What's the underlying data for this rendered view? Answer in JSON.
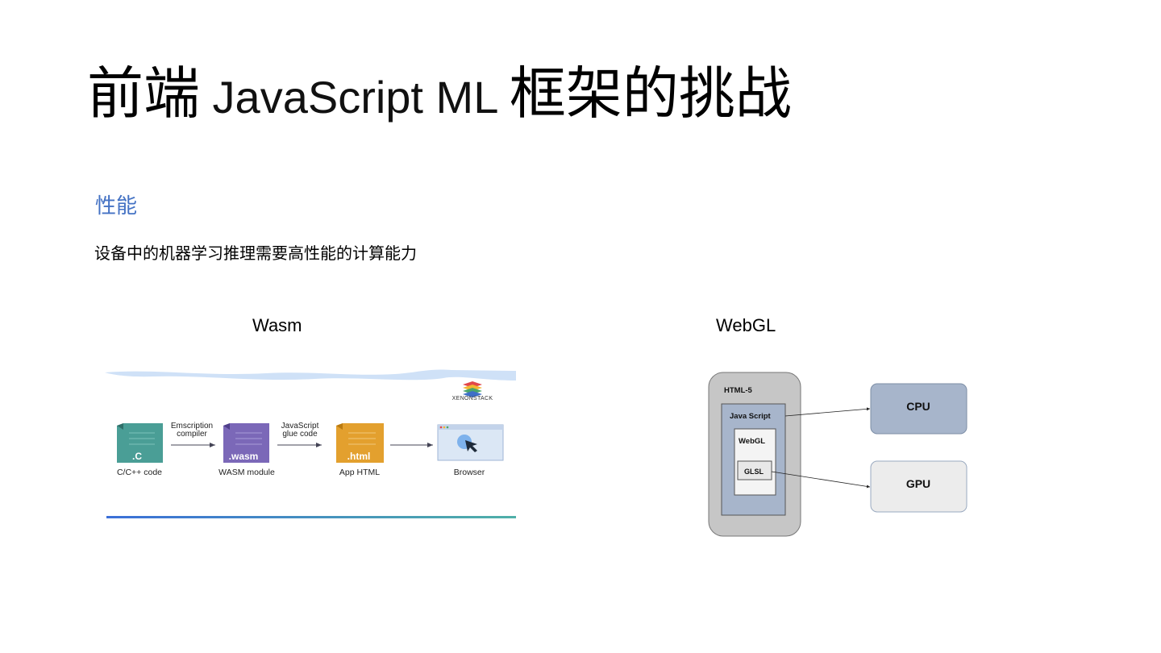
{
  "title": {
    "prefix": "前端",
    "middle": " JavaScript ML ",
    "suffix": "框架的挑战"
  },
  "section": {
    "heading": "性能",
    "body": "设备中的机器学习推理需要高性能的计算能力"
  },
  "captions": {
    "wasm": "Wasm",
    "webgl": "WebGL"
  },
  "wasm_diagram": {
    "brand": "XENONSTACK",
    "steps": [
      {
        "file_tag": ".C",
        "label": "C/C++ code",
        "color": "#4a9e96"
      },
      {
        "file_tag": ".wasm",
        "label": "WASM module",
        "color": "#7b68b8"
      },
      {
        "file_tag": ".html",
        "label": "App HTML",
        "color": "#e3a02e"
      },
      {
        "file_tag": "",
        "label": "Browser",
        "color": "#a9c4e6"
      }
    ],
    "arrows": [
      {
        "line1": "Emscription",
        "line2": "compiler"
      },
      {
        "line1": "JavaScript",
        "line2": "glue code"
      },
      {
        "line1": "",
        "line2": ""
      }
    ]
  },
  "webgl_diagram": {
    "outer": "HTML-5",
    "js": "Java Script",
    "webgl": "WebGL",
    "glsl": "GLSL",
    "cpu": "CPU",
    "gpu": "GPU",
    "colors": {
      "outer": "#c6c6c6",
      "js": "#a7b5cb",
      "cpu": "#a7b5cb",
      "gpu": "#ececec"
    }
  }
}
